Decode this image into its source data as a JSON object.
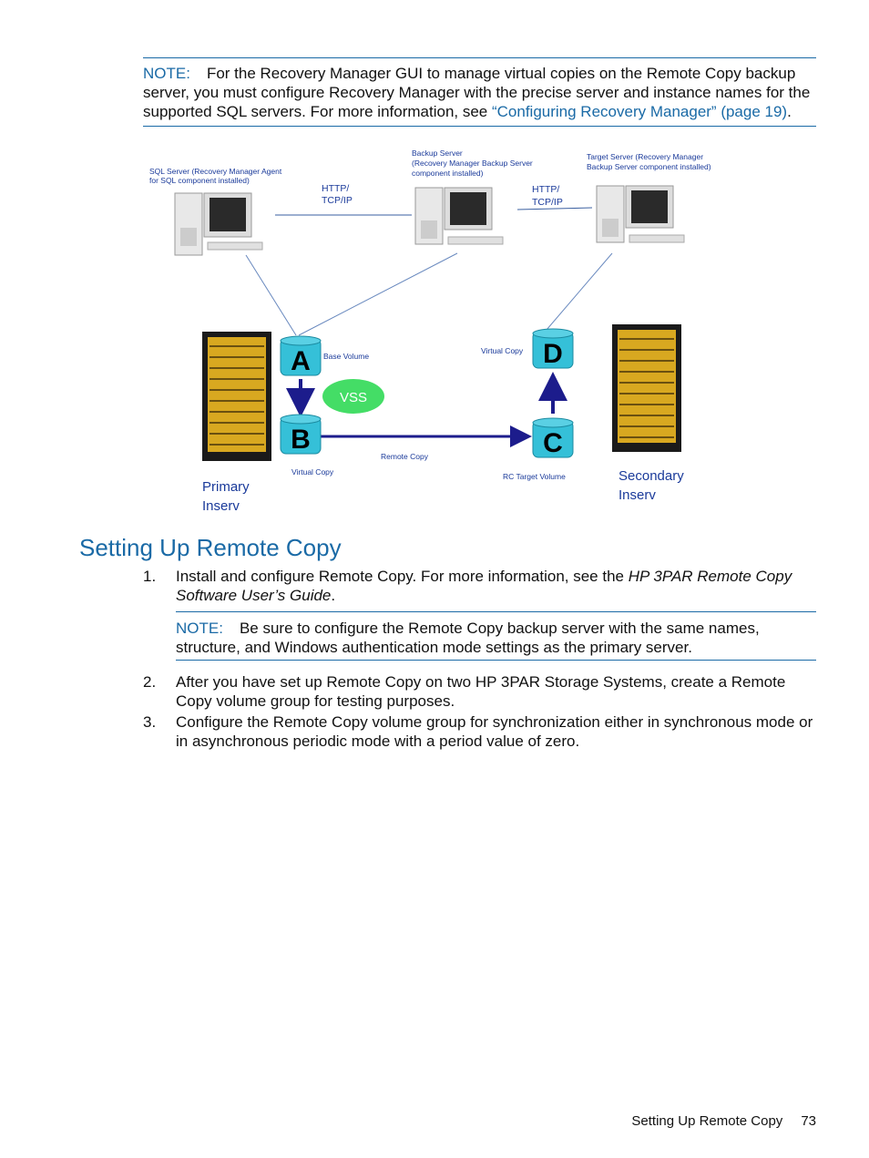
{
  "note1": {
    "label": "NOTE:",
    "text": "For the Recovery Manager GUI to manage virtual copies on the Remote Copy backup server, you must configure Recovery Manager with the precise server and instance names for the supported SQL servers. For more information, see ",
    "link": "“Configuring Recovery Manager” (page 19)",
    "end": "."
  },
  "diagram": {
    "sql_server": [
      "SQL Server (Recovery Manager Agent",
      "for SQL component installed)"
    ],
    "backup_server": [
      "Backup Server",
      "(Recovery Manager Backup Server",
      "component installed)"
    ],
    "target_server": [
      "Target Server (Recovery Manager",
      "Backup Server component installed)"
    ],
    "http1": [
      "HTTP/",
      "TCP/IP"
    ],
    "http2": [
      "HTTP/",
      "TCP/IP"
    ],
    "volume_a": "A",
    "volume_b": "B",
    "volume_c": "C",
    "volume_d": "D",
    "base_volume": "Base Volume",
    "vss": "VSS",
    "virtual_copy_b": "Virtual Copy",
    "virtual_copy_d": "Virtual Copy",
    "remote_copy": "Remote Copy",
    "rc_target": "RC Target Volume",
    "primary": [
      "Primary",
      "Inserv"
    ],
    "secondary": [
      "Secondary",
      "Inserv"
    ]
  },
  "section_title": "Setting Up Remote Copy",
  "steps": [
    {
      "num": "1.",
      "text": "Install and configure Remote Copy. For more information, see the ",
      "italic": "HP 3PAR Remote Copy Software User’s Guide",
      "end": "."
    },
    {
      "num": "2.",
      "text": "After you have set up Remote Copy on two HP 3PAR Storage Systems, create a Remote Copy volume group for testing purposes."
    },
    {
      "num": "3.",
      "text": "Configure the Remote Copy volume group for synchronization either in synchronous mode or in asynchronous periodic mode with a period value of zero."
    }
  ],
  "note2": {
    "label": "NOTE:",
    "text": "Be sure to configure the Remote Copy backup server with the same names, structure, and Windows authentication mode settings as the primary server."
  },
  "footer": {
    "title": "Setting Up Remote Copy",
    "page": "73"
  },
  "colors": {
    "accent": "#1a6aa6",
    "volume": "#35c0d8",
    "arrow": "#1c1c8c",
    "vss": "#44dd66"
  }
}
